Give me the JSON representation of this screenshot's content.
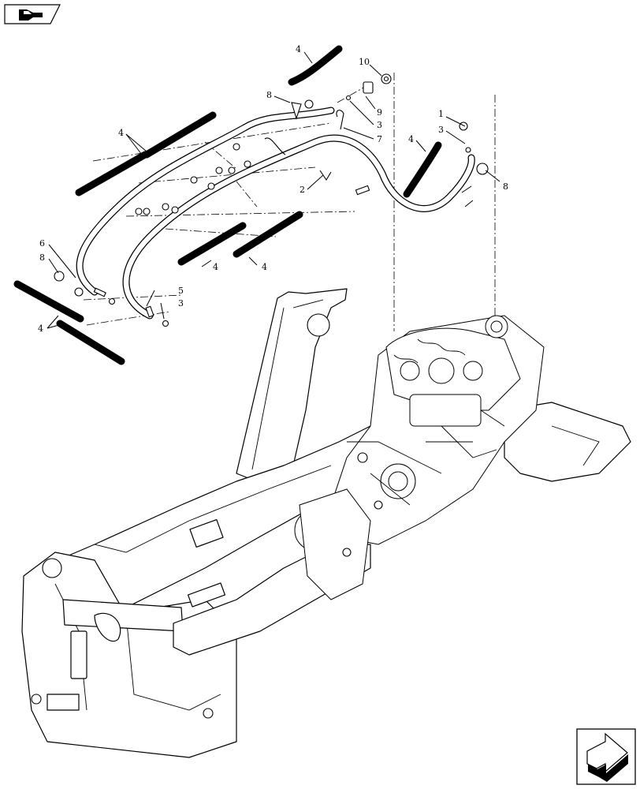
{
  "callouts": {
    "c1": "1",
    "c2": "2",
    "c3a": "3",
    "c3b": "3",
    "c3c": "3",
    "c4a": "4",
    "c4b": "4",
    "c4c": "4",
    "c4d": "4",
    "c4e": "4",
    "c4f": "4",
    "c5": "5",
    "c6": "6",
    "c7": "7",
    "c8a": "8",
    "c8b": "8",
    "c8c": "8",
    "c9": "9",
    "c10": "10"
  },
  "icons": {
    "top_left": "catalog-book-icon",
    "bottom_right": "next-page-arrow-icon"
  }
}
